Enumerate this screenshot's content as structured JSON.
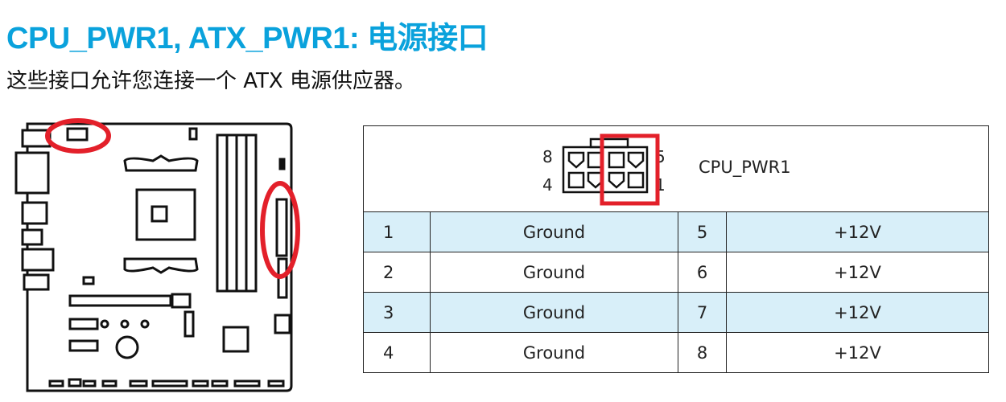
{
  "title": "CPU_PWR1, ATX_PWR1: 电源接口",
  "subtitle": "这些接口允许您连接一个 ATX 电源供应器。",
  "connector": {
    "name": "CPU_PWR1",
    "labels": [
      "8",
      "4",
      "5",
      "1"
    ]
  },
  "highlight_color": "#e3202a",
  "accent_color": "#0aa2dc",
  "pins": [
    {
      "pin": "1",
      "signal": "Ground",
      "pin2": "5",
      "signal2": "+12V"
    },
    {
      "pin": "2",
      "signal": "Ground",
      "pin2": "6",
      "signal2": "+12V"
    },
    {
      "pin": "3",
      "signal": "Ground",
      "pin2": "7",
      "signal2": "+12V"
    },
    {
      "pin": "4",
      "signal": "Ground",
      "pin2": "8",
      "signal2": "+12V"
    }
  ]
}
